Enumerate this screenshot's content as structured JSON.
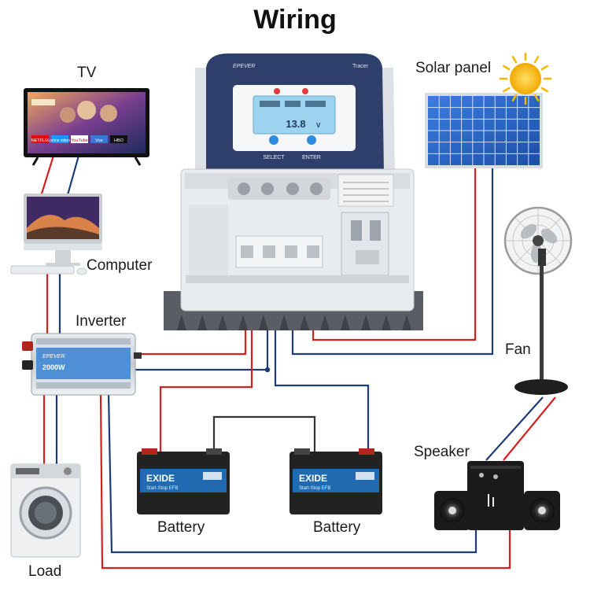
{
  "title": "Wiring",
  "labels": {
    "tv": "TV",
    "computer": "Computer",
    "inverter": "Inverter",
    "load": "Load",
    "solar_panel": "Solar panel",
    "fan": "Fan",
    "speaker": "Speaker",
    "battery_left": "Battery",
    "battery_right": "Battery"
  },
  "controller": {
    "display_value": "13.8",
    "display_unit": "V",
    "select_label": "SELECT",
    "enter_label": "ENTER",
    "brand": "EPEVER",
    "model": "Tracer"
  },
  "inverter": {
    "brand": "EPEVER",
    "rating": "2000W"
  },
  "battery": {
    "brand": "EXIDE",
    "subtitle": "Start-Stop EFB"
  },
  "tv_screen": {
    "tiles": [
      "NETFLIX",
      "prime video",
      "YouTube",
      "Vue",
      "HBO"
    ]
  },
  "colors": {
    "positive_wire": "#d62020",
    "negative_wire": "#1e3a78",
    "controller_body": "#e9ecef",
    "controller_top": "#2f3f6b",
    "battery_body": "#222222",
    "battery_label": "#1f6ab0",
    "solar_cell": "#2e6fd0",
    "sun": "#f7c21c"
  }
}
